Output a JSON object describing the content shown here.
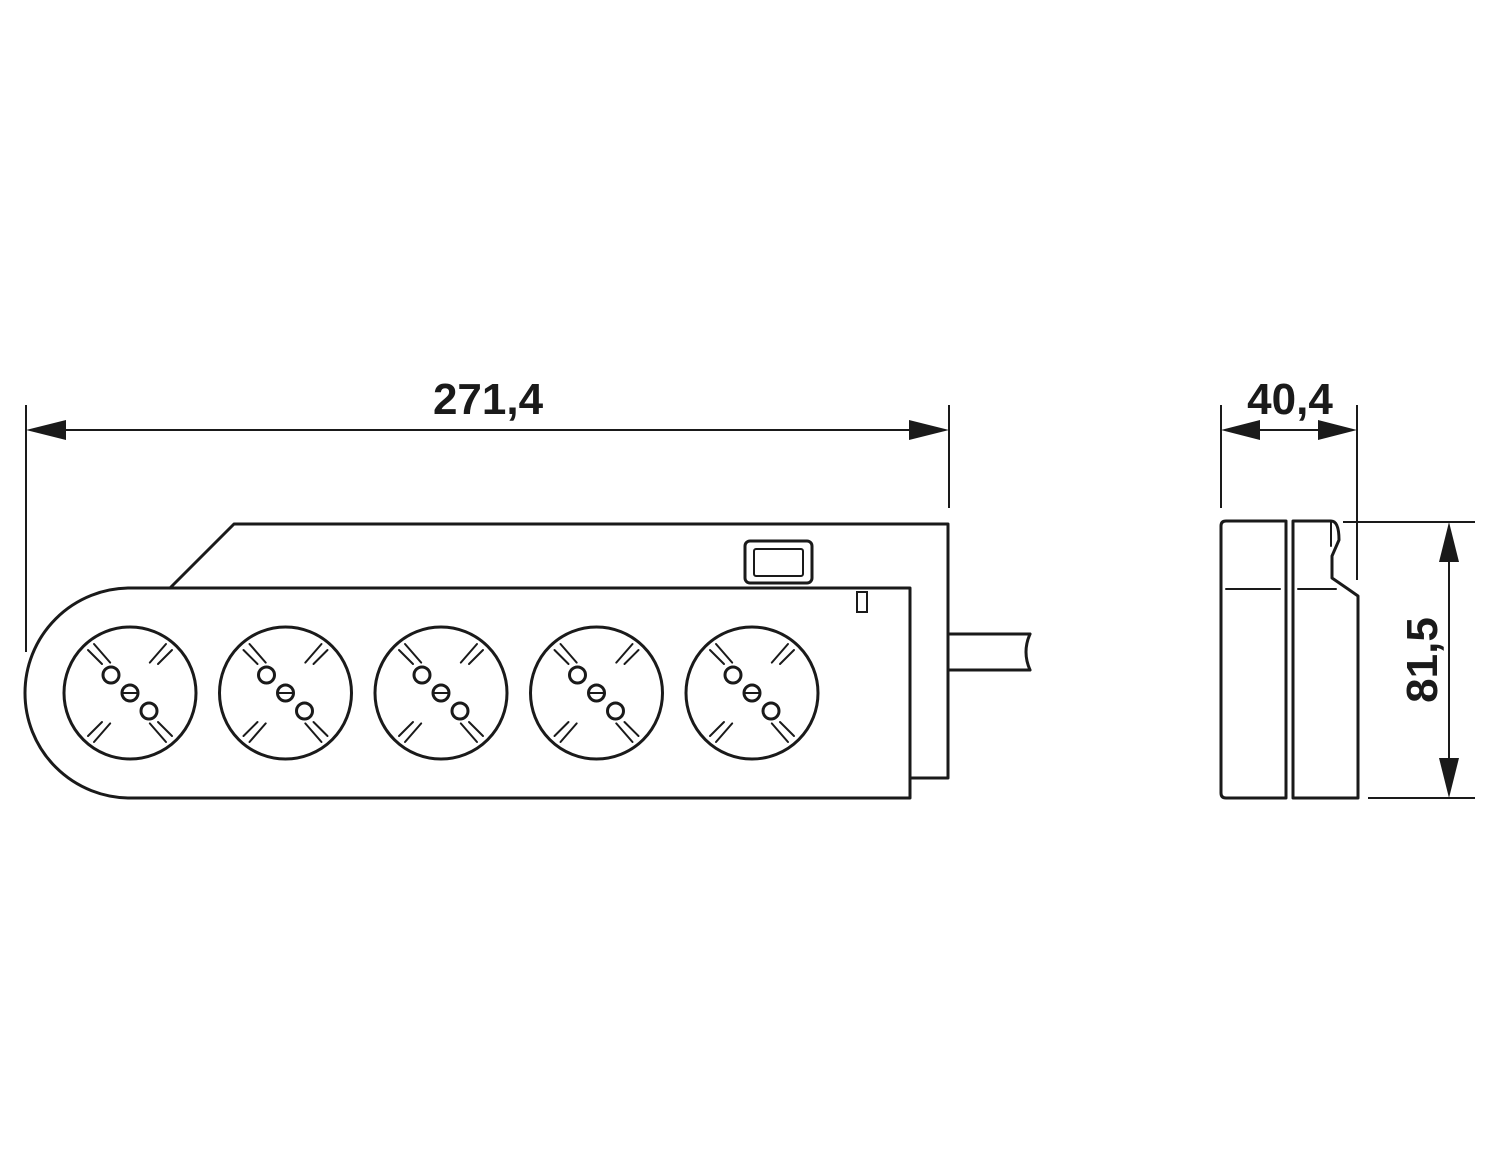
{
  "drawing": {
    "dimensions": {
      "length": "271,4",
      "depth": "40,4",
      "height": "81,5"
    },
    "outlet_count": 5,
    "colors": {
      "line": "#1a1a1a",
      "background": "#ffffff"
    }
  }
}
